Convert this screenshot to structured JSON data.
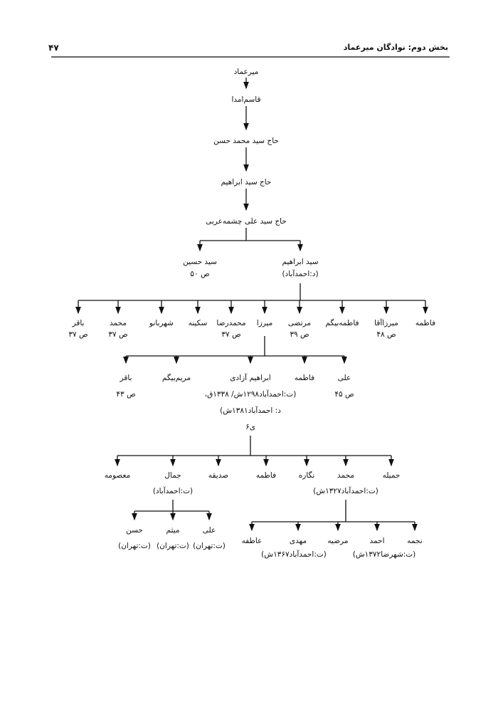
{
  "header": {
    "section_title": "بخش دوم: نوادگان میرعماد",
    "page_number": "۴۷"
  },
  "tree": {
    "root": "میرعماد",
    "g2": "قاسم‌امدا",
    "g3": "حاج سید محمد حسن",
    "g4": "حاج سید ابراهیم",
    "g5": "حاج سید علی چشمه‌عربی",
    "g6": [
      {
        "name": "سید حسین",
        "note": "ص ۵۰"
      },
      {
        "name": "سید ابراهیم",
        "note": "(د:احمدآباد)"
      }
    ],
    "g7": [
      {
        "name": "باقر",
        "note": "ص ۳۷"
      },
      {
        "name": "محمد",
        "note": "ص ۳۷"
      },
      {
        "name": "شهربانو"
      },
      {
        "name": "سکینه"
      },
      {
        "name": "محمدرضا",
        "note": "ص ۳۷"
      },
      {
        "name": "میرزا"
      },
      {
        "name": "مرتضی",
        "note": "ص ۳۹"
      },
      {
        "name": "فاطمه‌بیگم"
      },
      {
        "name": "میرزاآقا",
        "note": "ص ۴۸"
      },
      {
        "name": "فاطمه"
      }
    ],
    "g8": [
      {
        "name": "باقر",
        "note": "ص ۴۳"
      },
      {
        "name": "مریم‌بیگم"
      },
      {
        "name": "ابراهیم آزادی",
        "note": "(ت:احمدآباد۱۲۹۸ش/ ۱۳۳۸ق،",
        "note2": "د: احمدآباد۱۳۸۱ش)",
        "note3": "ی۶"
      },
      {
        "name": "فاطمه"
      },
      {
        "name": "علی",
        "note": "ص ۴۵"
      }
    ],
    "g9": [
      {
        "name": "معصومه"
      },
      {
        "name": "جمال",
        "note": "(ت:احمدآباد)"
      },
      {
        "name": "صدیقه"
      },
      {
        "name": "فاطمه"
      },
      {
        "name": "نگاره"
      },
      {
        "name": "محمد",
        "note": "(ت:احمدآباد۱۳۲۷ش)"
      },
      {
        "name": "جمیله"
      }
    ],
    "g10a": [
      {
        "name": "حسن",
        "note": "(ت:تهران)"
      },
      {
        "name": "میثم",
        "note": "(ت:تهران)"
      },
      {
        "name": "علی",
        "note": "(ت:تهران)"
      }
    ],
    "g10b": [
      {
        "name": "عاطفه"
      },
      {
        "name": "مهدی",
        "note": "(ت:احمدآباد۱۳۶۷ش)"
      },
      {
        "name": "مرضیه"
      },
      {
        "name": "احمد",
        "note": "(ت:شهرضا۱۳۷۲ش)"
      },
      {
        "name": "نجمه"
      }
    ]
  }
}
